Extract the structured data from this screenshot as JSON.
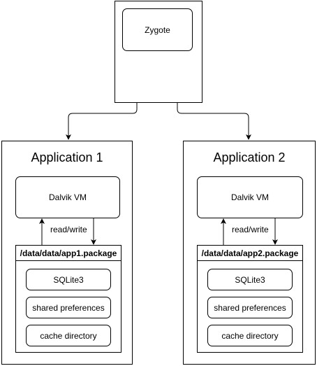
{
  "zygote": {
    "label": "Zygote"
  },
  "applications": [
    {
      "title": "Application 1",
      "vm_label": "Dalvik VM",
      "rw_label": "read/write",
      "package_path": "/data/data/app1.package",
      "items": [
        "SQLite3",
        "shared preferences",
        "cache directory"
      ]
    },
    {
      "title": "Application 2",
      "vm_label": "Dalvik VM",
      "rw_label": "read/write",
      "package_path": "/data/data/app2.package",
      "items": [
        "SQLite3",
        "shared preferences",
        "cache directory"
      ]
    }
  ]
}
